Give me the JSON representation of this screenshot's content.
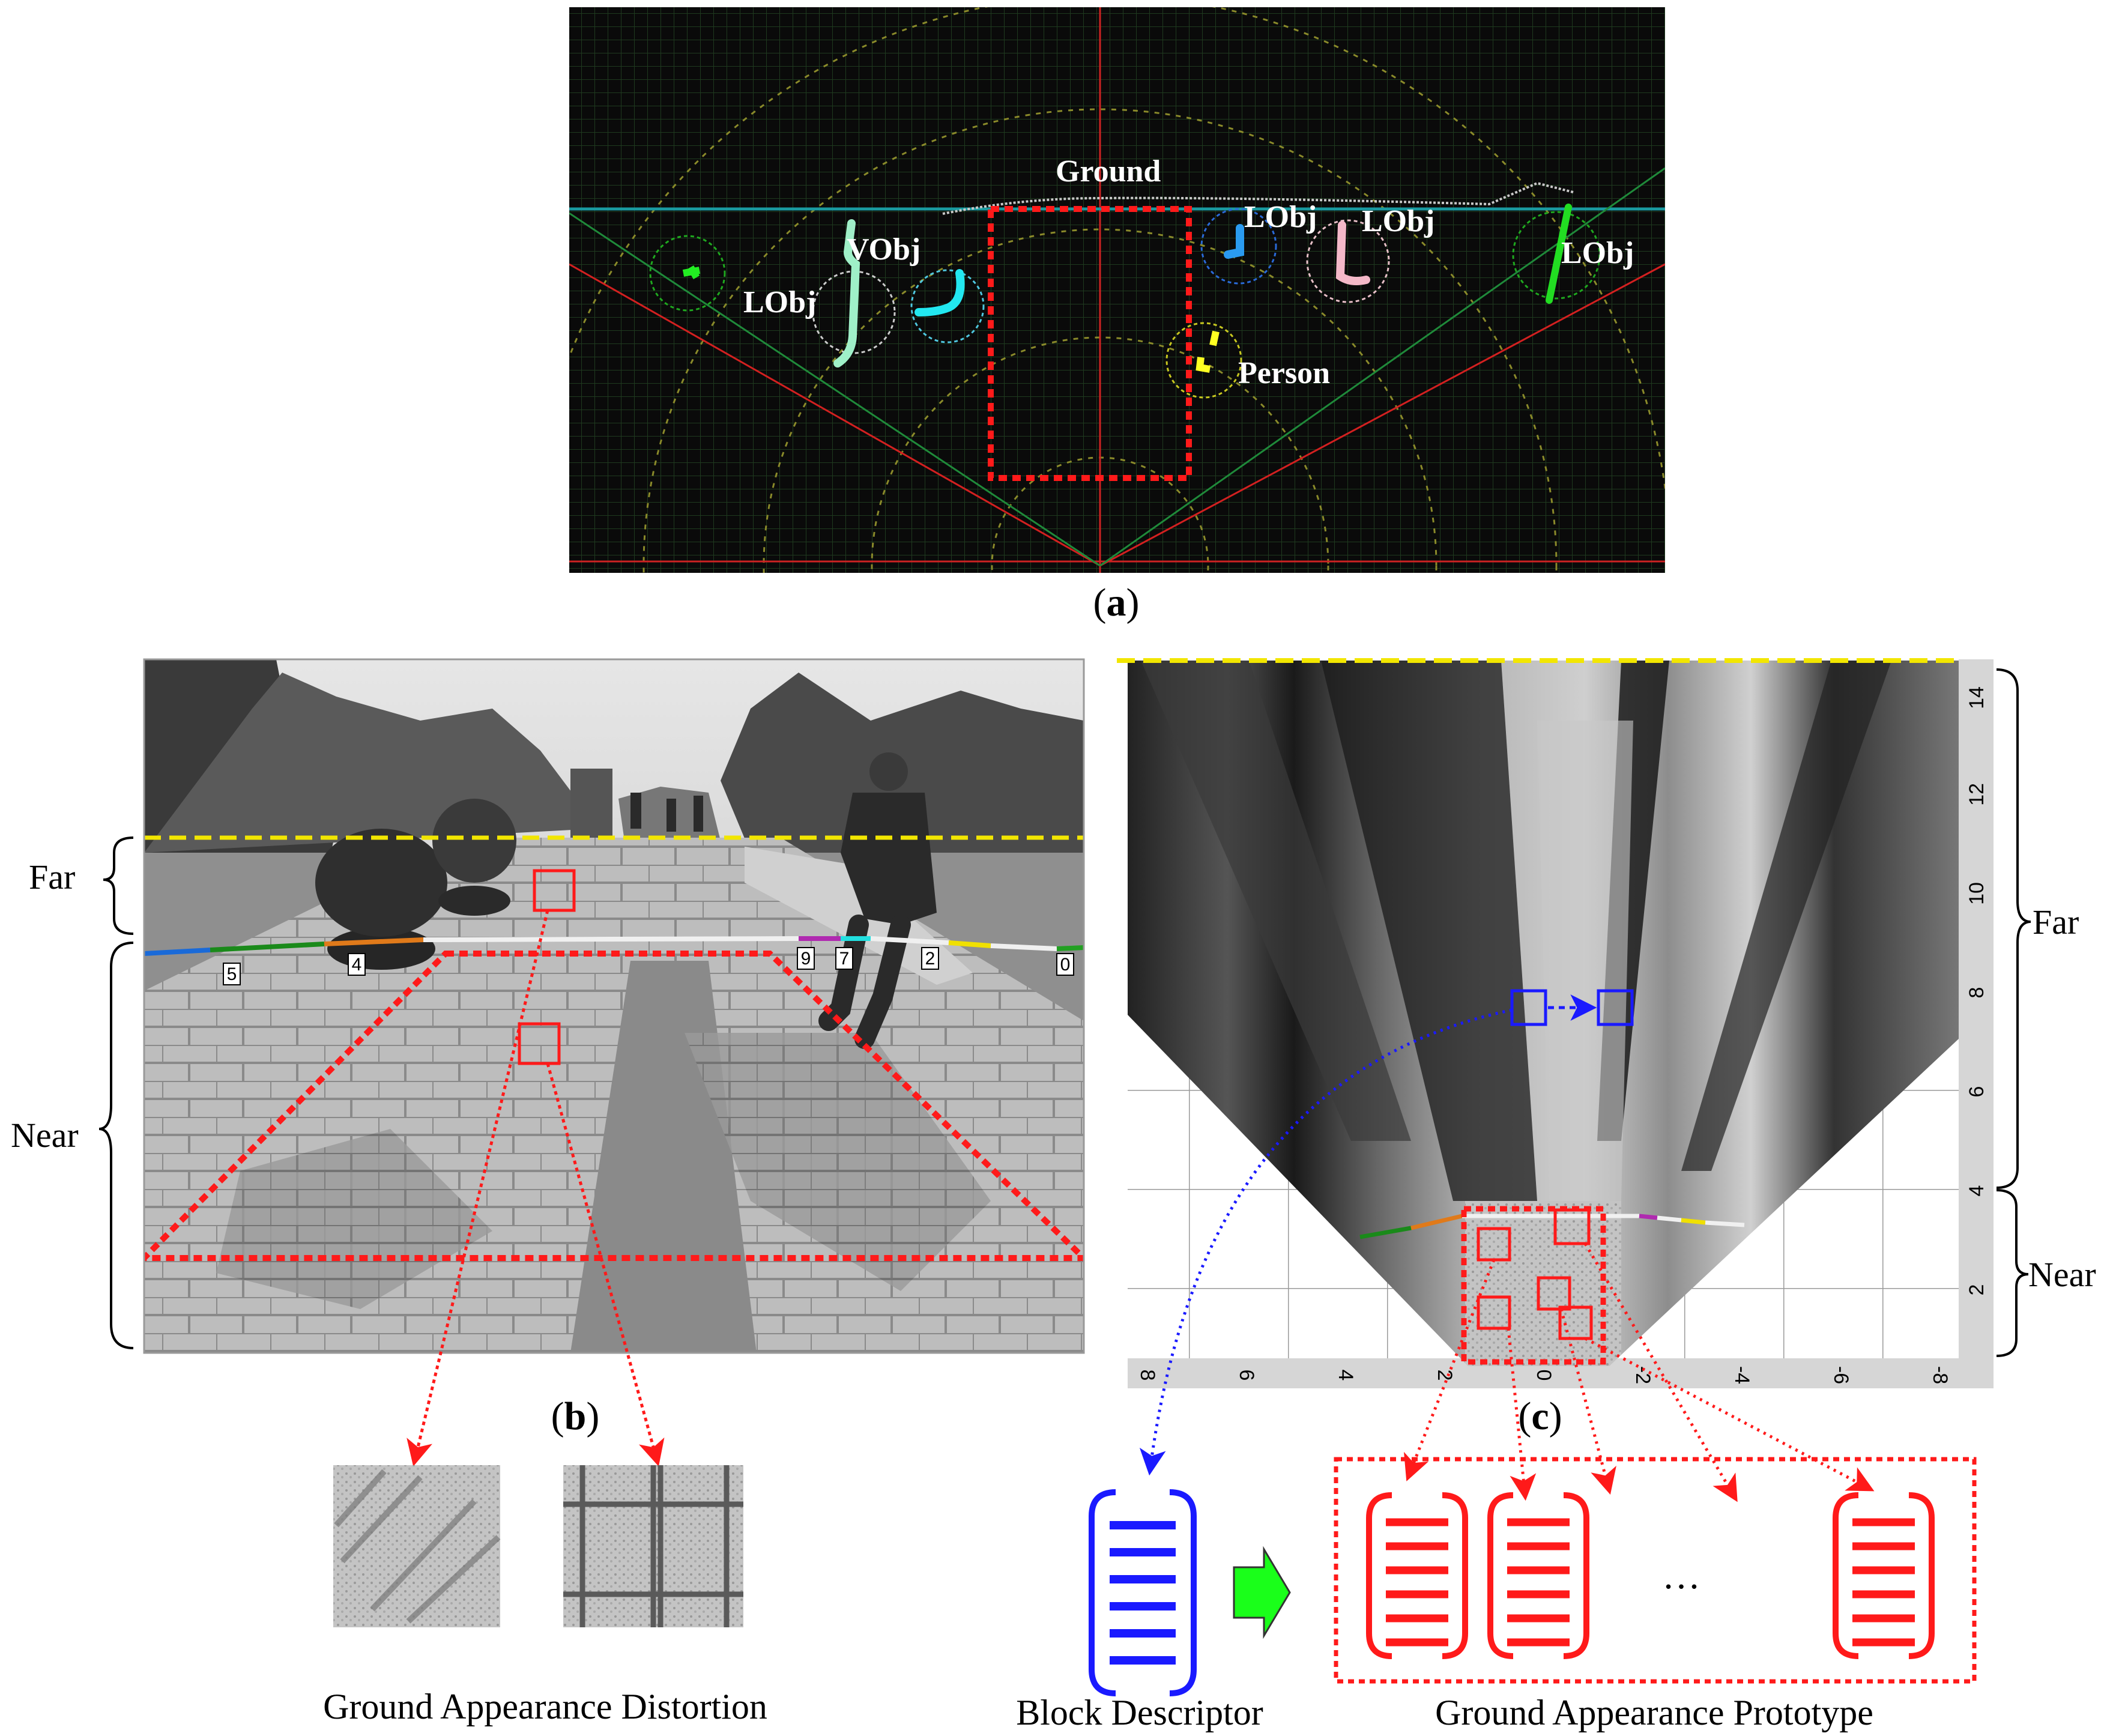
{
  "panel_a": {
    "caption_open": "(",
    "caption_letter": "a",
    "caption_close": ")",
    "labels": {
      "ground": "Ground",
      "vobj": "VObj",
      "lobj_left": "LObj",
      "lobj_mid1": "LObj",
      "lobj_mid2": "LObj",
      "lobj_right": "LObj",
      "person": "Person"
    }
  },
  "panel_b": {
    "caption_open": "(",
    "caption_letter": "b",
    "caption_close": ")",
    "far": "Far",
    "near": "Near",
    "markers": [
      "5",
      "4",
      "9",
      "7",
      "2",
      "0"
    ],
    "bottom_caption": "Ground Appearance Distortion"
  },
  "panel_c": {
    "caption_open": "(",
    "caption_letter": "c",
    "caption_close": ")",
    "far": "Far",
    "near": "Near",
    "y_ticks": [
      "2",
      "4",
      "6",
      "8",
      "10",
      "12",
      "14"
    ],
    "x_ticks": [
      "8",
      "6",
      "4",
      "2",
      "0",
      "-2",
      "-4",
      "-6",
      "-8"
    ],
    "block_descriptor": "Block Descriptor",
    "ellipsis": "…",
    "ground_prototype": "Ground Appearance Prototype"
  },
  "colors": {
    "red": "#ff1a1a",
    "blue": "#1a1aff",
    "yellow": "#f2e600",
    "green_arrow": "#1aff1a",
    "lidar_bg": "#0a0a0a"
  }
}
